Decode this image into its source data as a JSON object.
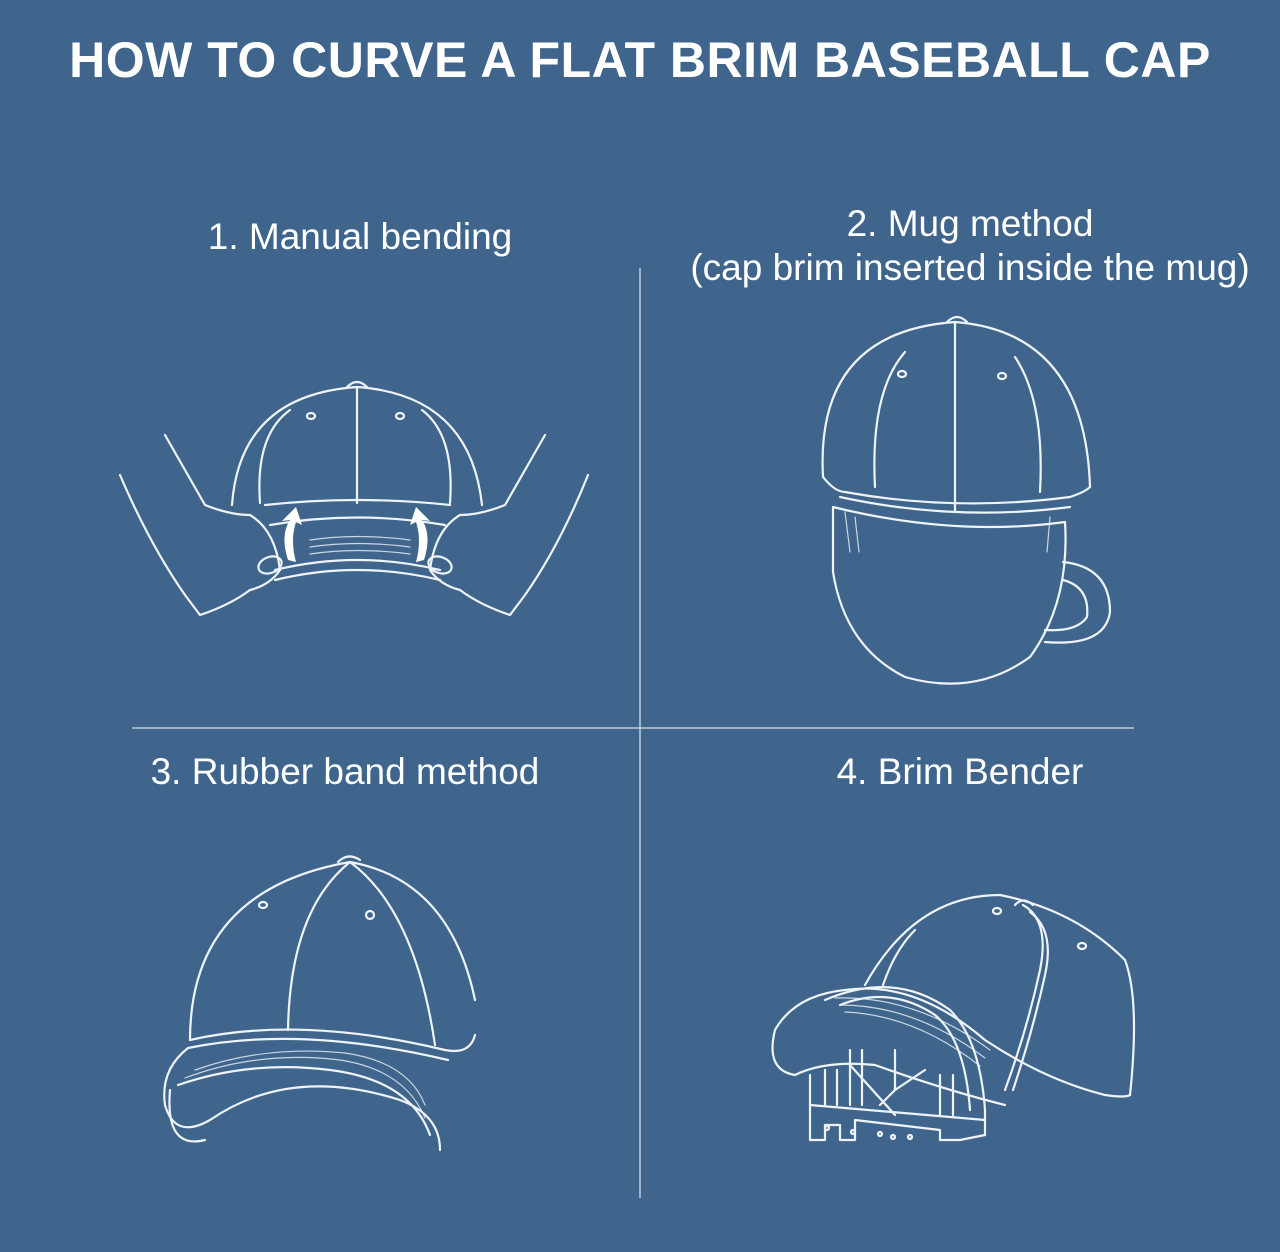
{
  "title": "HOW TO CURVE A FLAT BRIM BASEBALL CAP",
  "colors": {
    "background": "#3f658c",
    "line_art": "#eef3f8",
    "text": "#ffffff"
  },
  "panels": [
    {
      "number": "1",
      "label": "1. Manual bending",
      "illustration": "hands-bending-cap-brim"
    },
    {
      "number": "2",
      "label": "2. Mug method",
      "sublabel": "(cap brim inserted inside the mug)",
      "illustration": "cap-in-mug"
    },
    {
      "number": "3",
      "label": "3. Rubber band method",
      "illustration": "curved-brim-cap"
    },
    {
      "number": "4",
      "label": "4. Brim Bender",
      "illustration": "cap-on-brim-bender"
    }
  ]
}
